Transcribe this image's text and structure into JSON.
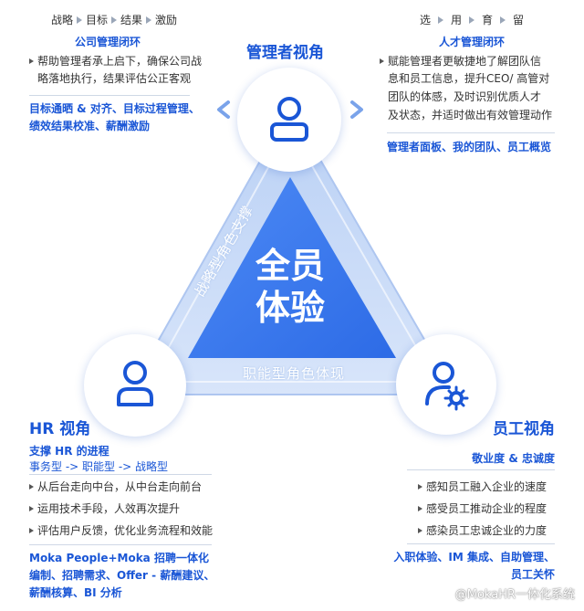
{
  "top_left": {
    "flow": [
      "战略",
      "目标",
      "结果",
      "激励"
    ],
    "subtitle": "公司管理闭环",
    "desc_line1": "帮助管理者承上启下，确保公司战",
    "desc_line2": "略落地执行，结果评估公正客观",
    "blue_line1": "目标通晒 & 对齐、目标过程管理、",
    "blue_line2": "绩效结果校准、薪酬激励"
  },
  "top_right": {
    "flow": [
      "选",
      "用",
      "育",
      "留"
    ],
    "subtitle": "人才管理闭环",
    "desc_line1": "赋能管理者更敏捷地了解团队信",
    "desc_line2": "息和员工信息，提升CEO/ 高管对",
    "desc_line3": "团队的体感，及时识别优质人才",
    "desc_line4": "及状态，并适时做出有效管理动作",
    "blue_line1": "管理者面板、我的团队、员工概览"
  },
  "manager_view": {
    "title": "管理者视角"
  },
  "center": {
    "line1": "全员",
    "line2": "体验"
  },
  "left_edge_label": "战略型角色支撑",
  "bottom_edge_label": "职能型角色体现",
  "hr_view": {
    "title": "HR 视角",
    "subtitle": "支撑 HR 的进程",
    "sub_line2": "事务型 -> 职能型 -> 战略型",
    "bullets": [
      "从后台走向中台，从中台走向前台",
      "运用技术手段，人效再次提升",
      "评估用户反馈，优化业务流程和效能"
    ],
    "blue_line1": "Moka People+Moka 招聘一体化",
    "blue_line2": "编制、招聘需求、Offer - 薪酬建议、",
    "blue_line3": "薪酬核算、BI 分析"
  },
  "employee_view": {
    "title": "员工视角",
    "subtitle": "敬业度 & 忠诚度",
    "bullets": [
      "感知员工融入企业的速度",
      "感受员工推动企业的程度",
      "感染员工忠诚企业的力度"
    ],
    "blue_line1": "入职体验、IM 集成、自助管理、",
    "blue_line2": "员工关怀"
  },
  "watermark": "@MokaHR一体化系统",
  "colors": {
    "accent": "#1a56d6",
    "triangle_outer": "#c9dbf7",
    "triangle_inner": "#3d7cf2"
  },
  "icons": [
    "person-icon",
    "person-gear-icon",
    "chevron-left-icon",
    "chevron-right-icon"
  ]
}
